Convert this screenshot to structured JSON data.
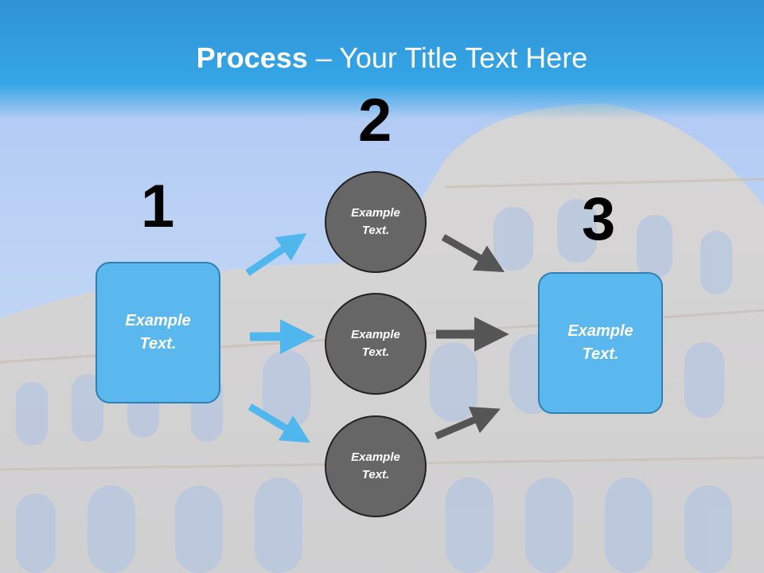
{
  "title": {
    "bold": "Process",
    "rest": " – Your Title Text Here"
  },
  "steps": {
    "one": "1",
    "two": "2",
    "three": "3"
  },
  "left_box": {
    "line1": "Example",
    "line2": "Text."
  },
  "right_box": {
    "line1": "Example",
    "line2": "Text."
  },
  "circles": [
    {
      "line1": "Example",
      "line2": "Text."
    },
    {
      "line1": "Example",
      "line2": "Text."
    },
    {
      "line1": "Example",
      "line2": "Text."
    }
  ],
  "colors": {
    "header": "#34a6e6",
    "box": "#5ab8ee",
    "circle": "#666666",
    "blue_arrow": "#4fb6ee",
    "gray_arrow": "#555555"
  }
}
